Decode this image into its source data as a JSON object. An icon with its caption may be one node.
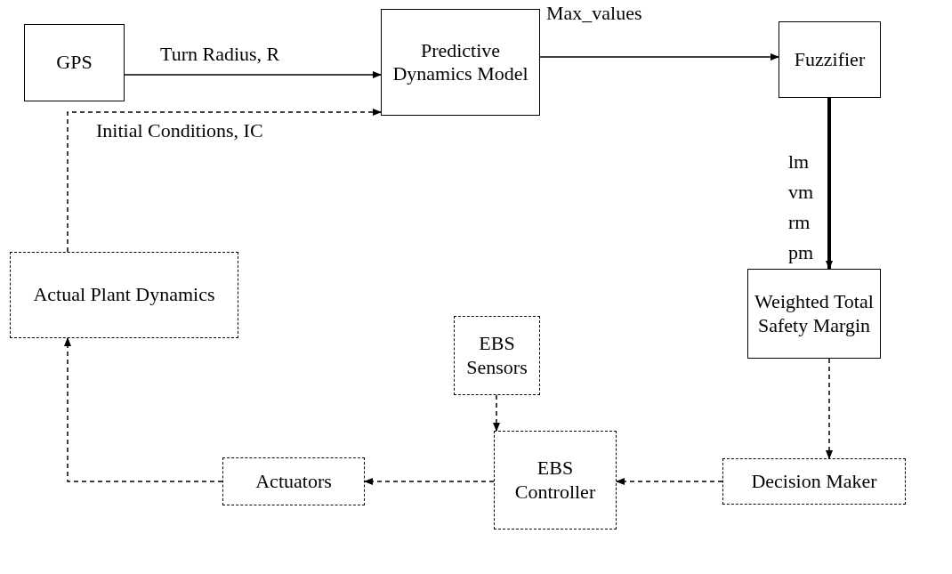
{
  "diagram": {
    "nodes": [
      {
        "text": [
          "GPS"
        ]
      },
      {
        "text": [
          "Predictive Dynamics Model"
        ]
      },
      {
        "text": [
          "Fuzzifier"
        ]
      },
      {
        "text": [
          "Weighted Total Safety Margin"
        ]
      },
      {
        "text": [
          "EBS Sensors"
        ]
      },
      {
        "text": [
          "Actual Plant Dynamics"
        ]
      },
      {
        "text": [
          "Actuators"
        ]
      },
      {
        "text": [
          "EBS Controller"
        ]
      },
      {
        "text": [
          "Decision Maker"
        ]
      }
    ],
    "edges": [
      {
        "from": 0,
        "to": 1,
        "arrow": "to",
        "label": "Turn Radius, R"
      },
      {
        "from": 5,
        "to": 1,
        "arrow": "to",
        "label": "Initial Conditions, IC",
        "style": "dashed"
      },
      {
        "from": 1,
        "to": 2,
        "arrow": "to",
        "label": "Max_values"
      },
      {
        "from": 2,
        "to": 3,
        "arrow": "to",
        "label": "lm vm rm pm",
        "style": "thick"
      },
      {
        "from": 3,
        "to": 8,
        "arrow": "to",
        "style": "dashed"
      },
      {
        "from": 8,
        "to": 7,
        "arrow": "to",
        "style": "dashed"
      },
      {
        "from": 4,
        "to": 7,
        "arrow": "to",
        "style": "dashed"
      },
      {
        "from": 7,
        "to": 6,
        "arrow": "to",
        "style": "dashed"
      },
      {
        "from": 6,
        "to": 5,
        "arrow": "to",
        "style": "dashed"
      }
    ]
  }
}
